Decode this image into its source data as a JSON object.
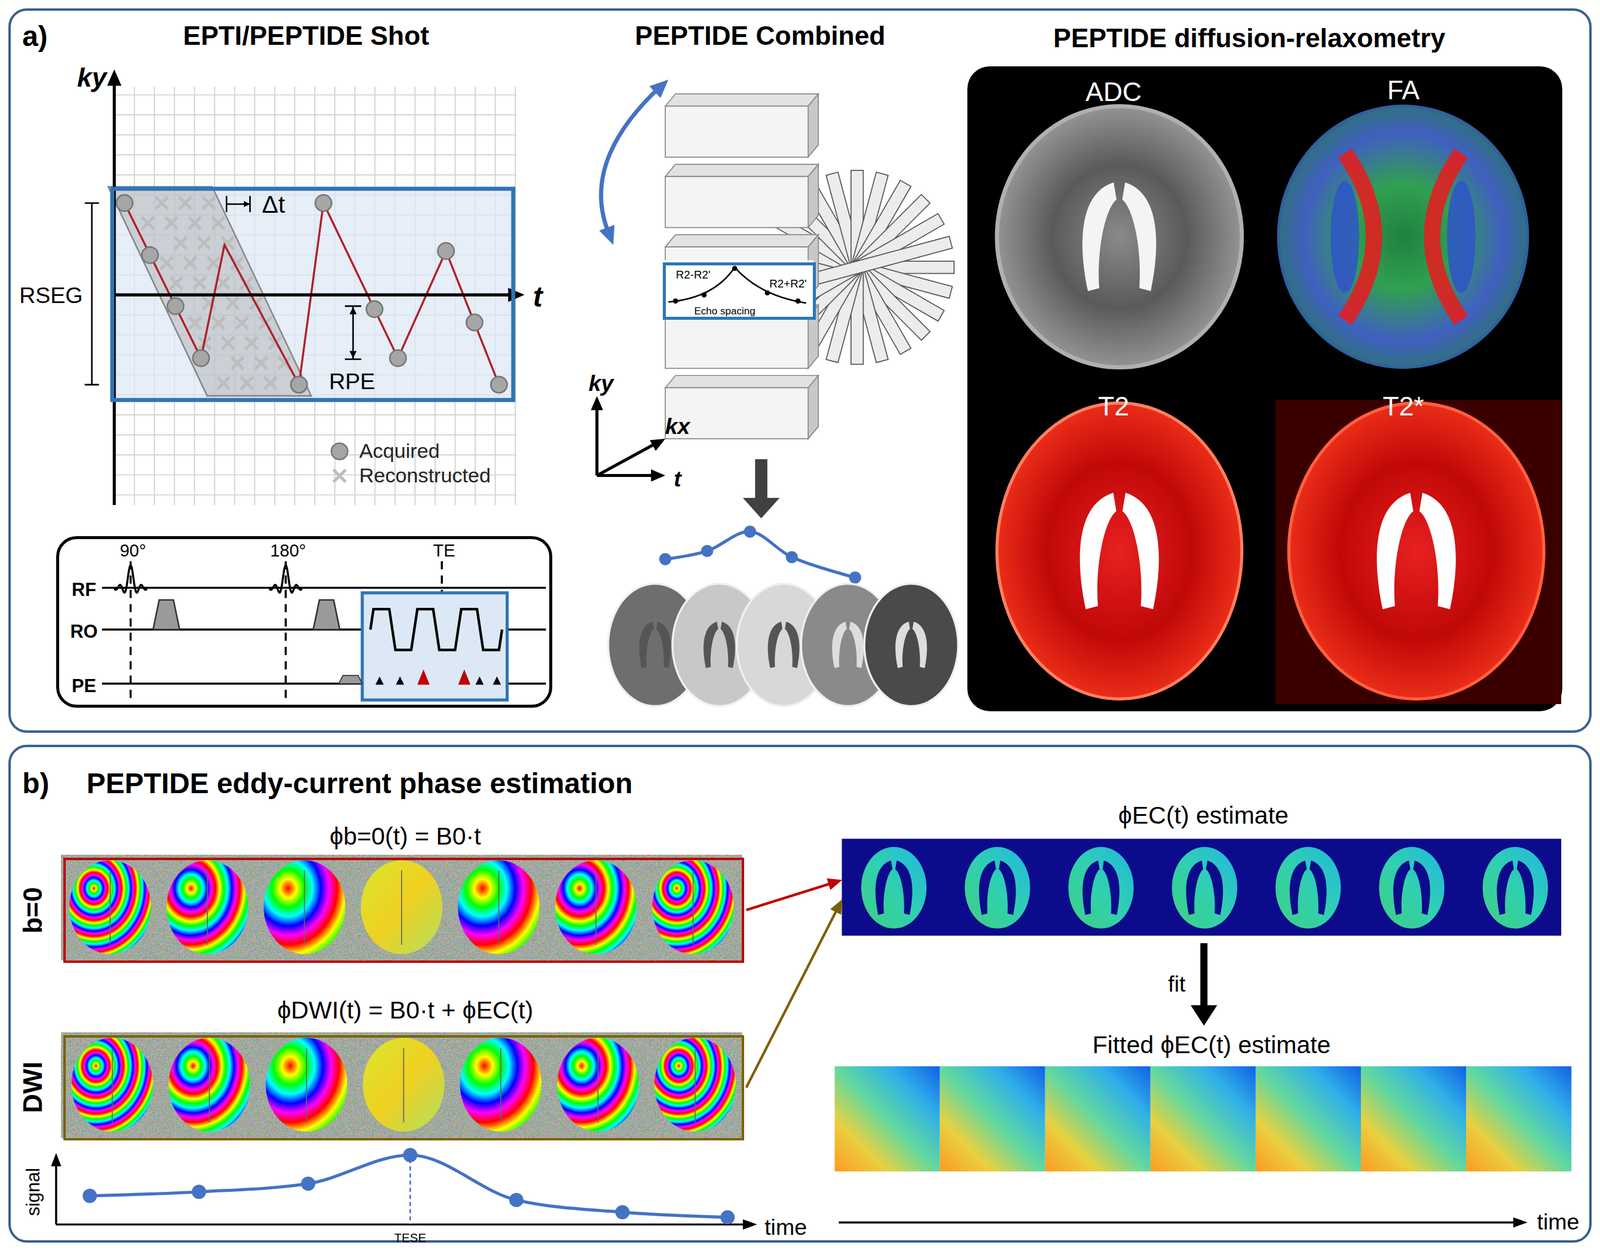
{
  "diagram": {
    "nodes": [
      {
        "text": [
          "a)"
        ]
      },
      {
        "text": [
          "90°",
          "180°",
          "TE",
          "RF",
          "RO",
          "PE"
        ],
        "in": 0
      },
      {
        "text": [
          "R2-R2'",
          "R2+R2'",
          "Echo spacing"
        ],
        "in": 0
      },
      {
        "text": [
          "PEPTIDE diffusion-relaxometry",
          "ADC",
          "FA",
          "T2",
          "T2*"
        ],
        "in": 0
      },
      {
        "text": [
          "b)",
          "PEPTIDE eddy-current phase estimation"
        ]
      },
      {
        "text": [
          "ϕb=0(t) = B0·t",
          "b=0"
        ],
        "in": 4
      },
      {
        "text": [
          "ϕDWI(t) = B0·t + ϕEC(t)",
          "DWI"
        ],
        "in": 4
      },
      {
        "text": [
          "ϕEC(t) estimate"
        ],
        "in": 4
      },
      {
        "text": [
          "Fitted ϕEC(t) estimate"
        ],
        "in": 4
      }
    ],
    "edges": [
      {
        "from": 5,
        "to": 7,
        "arrow": "to"
      },
      {
        "from": 6,
        "to": 7,
        "arrow": "to"
      },
      {
        "from": 7,
        "to": 8,
        "label": "fit",
        "arrow": "to"
      }
    ],
    "labels": [
      "EPTI/PEPTIDE Shot",
      "PEPTIDE Combined",
      "ky",
      "t",
      "Δt",
      "RSEG",
      "RPE",
      "ky",
      "kx",
      "t",
      "signal",
      "TESE",
      "time",
      "time"
    ],
    "legend": [
      {
        "text": "Acquired"
      },
      {
        "text": "Reconstructed"
      }
    ]
  }
}
